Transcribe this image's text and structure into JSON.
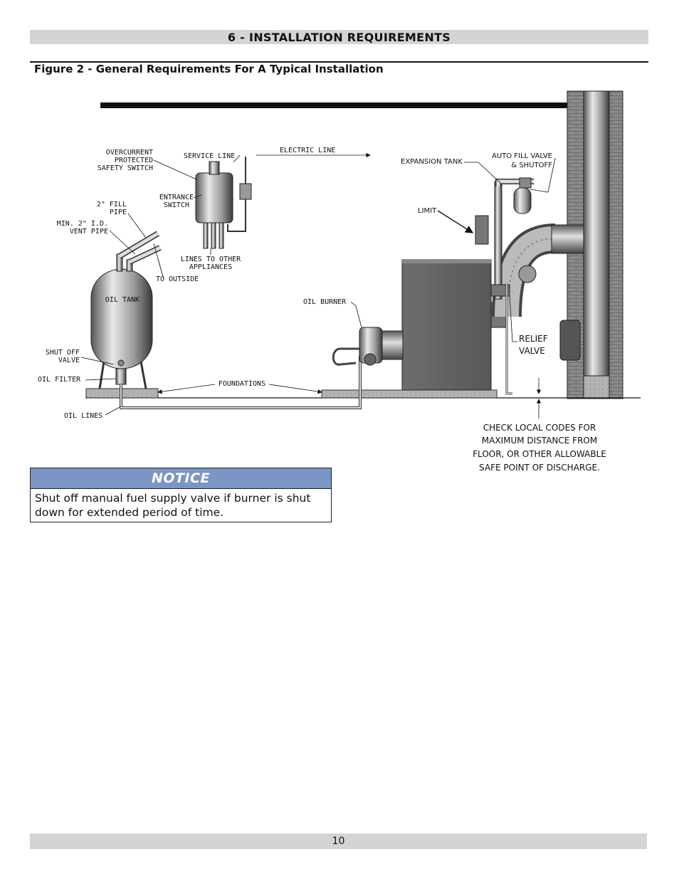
{
  "header": {
    "title": "6 - INSTALLATION REQUIREMENTS"
  },
  "figure": {
    "caption": "Figure 2  - General Requirements For A Typical Installation",
    "labels": {
      "overcurrent": [
        "OVERCURRENT",
        "PROTECTED",
        "SAFETY SWITCH"
      ],
      "service_line": "SERVICE LINE",
      "electric_line": "ELECTRIC LINE",
      "entrance_switch": [
        "ENTRANCE",
        "SWITCH"
      ],
      "fill_pipe": [
        "2\" FILL",
        "PIPE"
      ],
      "vent_pipe": [
        "MIN. 2\" I.D.",
        "VENT PIPE"
      ],
      "lines_to_other": [
        "LINES TO OTHER",
        "APPLIANCES"
      ],
      "to_outside": "TO OUTSIDE",
      "oil_tank": "OIL TANK",
      "oil_burner": "OIL BURNER",
      "shut_off_valve": [
        "SHUT OFF",
        "VALVE"
      ],
      "oil_filter": "OIL FILTER",
      "foundations": "FOUNDATIONS",
      "oil_lines": "OIL LINES",
      "expansion_tank": "EXPANSION TANK",
      "auto_fill": [
        "AUTO FILL VALVE",
        "& SHUTOFF"
      ],
      "limit": "LIMIT",
      "relief_valve": [
        "RELIEF",
        "VALVE"
      ],
      "check_codes": [
        "CHECK LOCAL CODES FOR",
        "MAXIMUM DISTANCE FROM",
        "FLOOR, OR OTHER ALLOWABLE",
        "SAFE POINT OF DISCHARGE."
      ]
    }
  },
  "notice": {
    "title": "NOTICE",
    "body": "Shut off manual fuel supply valve if burner is shut down for extended period of time."
  },
  "footer": {
    "page_number": "10"
  }
}
